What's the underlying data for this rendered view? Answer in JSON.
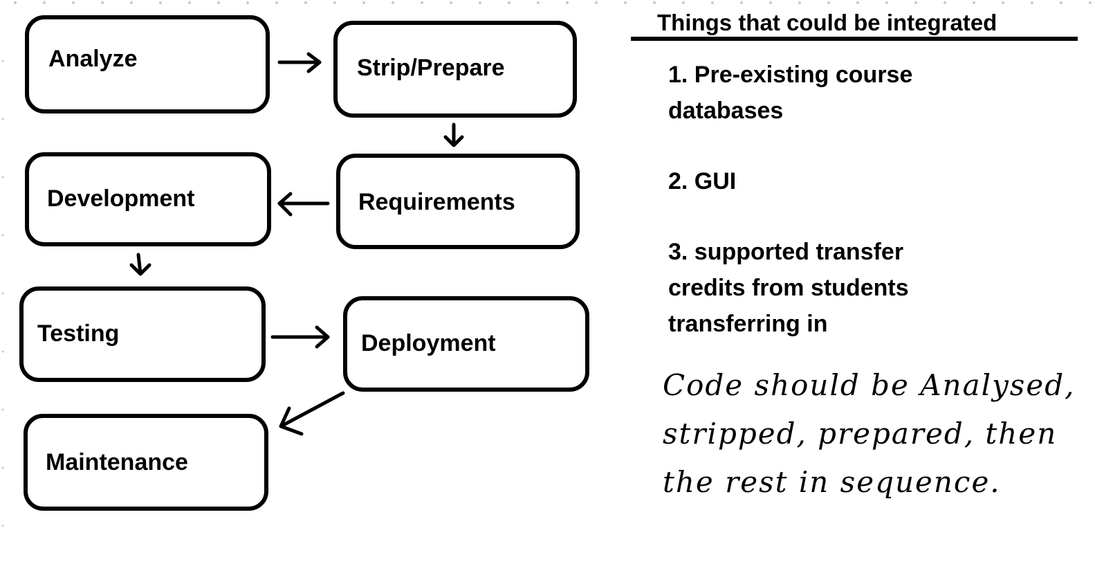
{
  "diagram": {
    "steps": {
      "analyze": "Analyze",
      "strip_prepare": "Strip/Prepare",
      "requirements": "Requirements",
      "development": "Development",
      "testing": "Testing",
      "deployment": "Deployment",
      "maintenance": "Maintenance"
    }
  },
  "side_panel": {
    "heading": "Things that could be integrated",
    "items": [
      "1. Pre-existing course databases",
      "2. GUI",
      "3. supported transfer credits from students transferring in"
    ],
    "handwritten_note": "Code should be Analysed, stripped, prepared, then the rest in sequence."
  },
  "colors": {
    "ink": "#000000",
    "background": "#ffffff",
    "dots": "#c8c8c8"
  }
}
